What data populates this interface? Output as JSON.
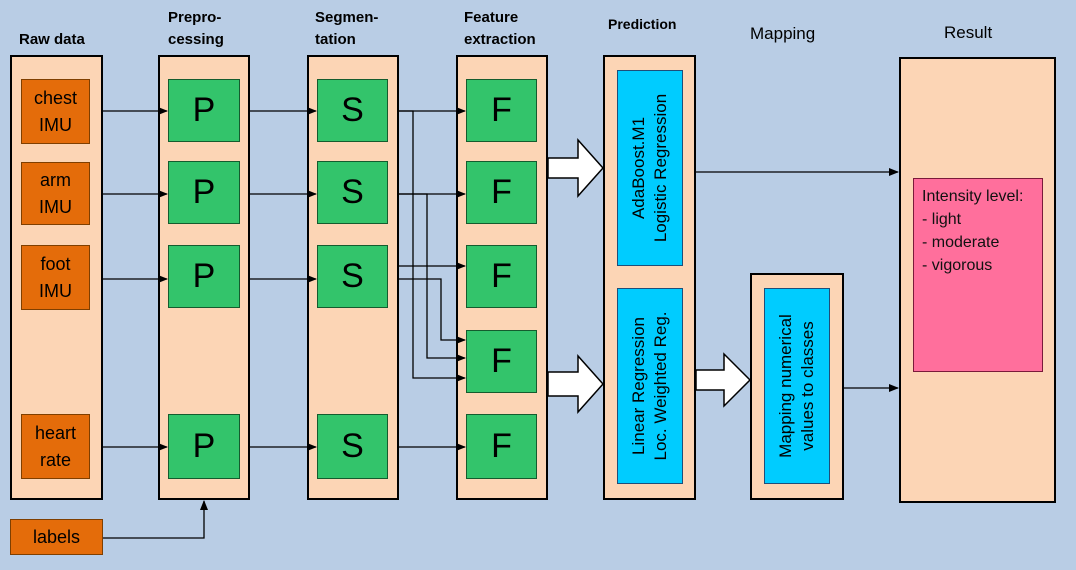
{
  "headers": {
    "raw_data": "Raw data",
    "preprocessing": [
      "Prepro-",
      "cessing"
    ],
    "segmentation": [
      "Segmen-",
      "tation"
    ],
    "feature_extraction": [
      "Feature",
      "extraction"
    ],
    "prediction": "Prediction",
    "mapping": "Mapping",
    "result": "Result"
  },
  "sources": {
    "chest": [
      "chest",
      "IMU"
    ],
    "arm": [
      "arm",
      "IMU"
    ],
    "foot": [
      "foot",
      "IMU"
    ],
    "heart": [
      "heart",
      "rate"
    ],
    "labels": "labels"
  },
  "blocks": {
    "preprocessing": "P",
    "segmentation": "S",
    "feature": "F"
  },
  "prediction": {
    "classifier": [
      "AdaBoost.M1",
      "Logistic Regression"
    ],
    "regressor": [
      "Linear Regression",
      "Loc. Weighted Reg."
    ]
  },
  "mapping_box": [
    "Mapping numerical",
    "values to classes"
  ],
  "result": {
    "title": "Intensity level:",
    "items": [
      "- light",
      "- moderate",
      "- vigorous"
    ]
  }
}
